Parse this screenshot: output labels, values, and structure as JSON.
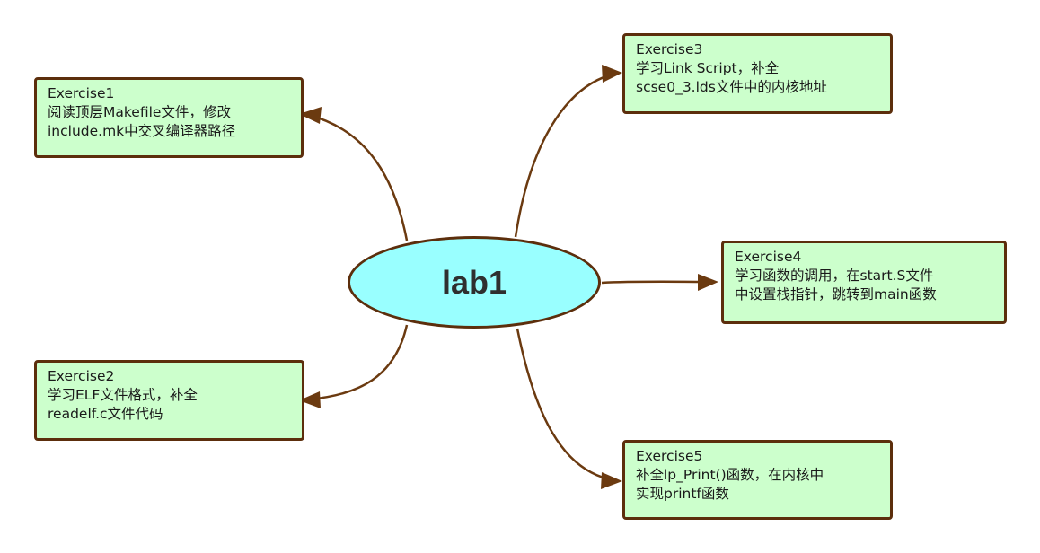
{
  "center": {
    "label": "lab1"
  },
  "exercises": [
    {
      "title": "Exercise1",
      "lines": [
        "阅读顶层Makefile文件，修改",
        "include.mk中交叉编译器路径"
      ]
    },
    {
      "title": "Exercise2",
      "lines": [
        "学习ELF文件格式，补全",
        "readelf.c文件代码"
      ]
    },
    {
      "title": "Exercise3",
      "lines": [
        "学习Link Script，补全",
        "scse0_3.lds文件中的内核地址"
      ]
    },
    {
      "title": "Exercise4",
      "lines": [
        "学习函数的调用，在start.S文件",
        "中设置栈指针，跳转到main函数"
      ]
    },
    {
      "title": "Exercise5",
      "lines": [
        "补全lp_Print()函数，在内核中",
        "实现printf函数"
      ]
    }
  ],
  "colors": {
    "connector": "#6b3a10",
    "center_fill": "#99ffff",
    "box_fill": "#ccffcc",
    "border": "#5c2e0c"
  }
}
